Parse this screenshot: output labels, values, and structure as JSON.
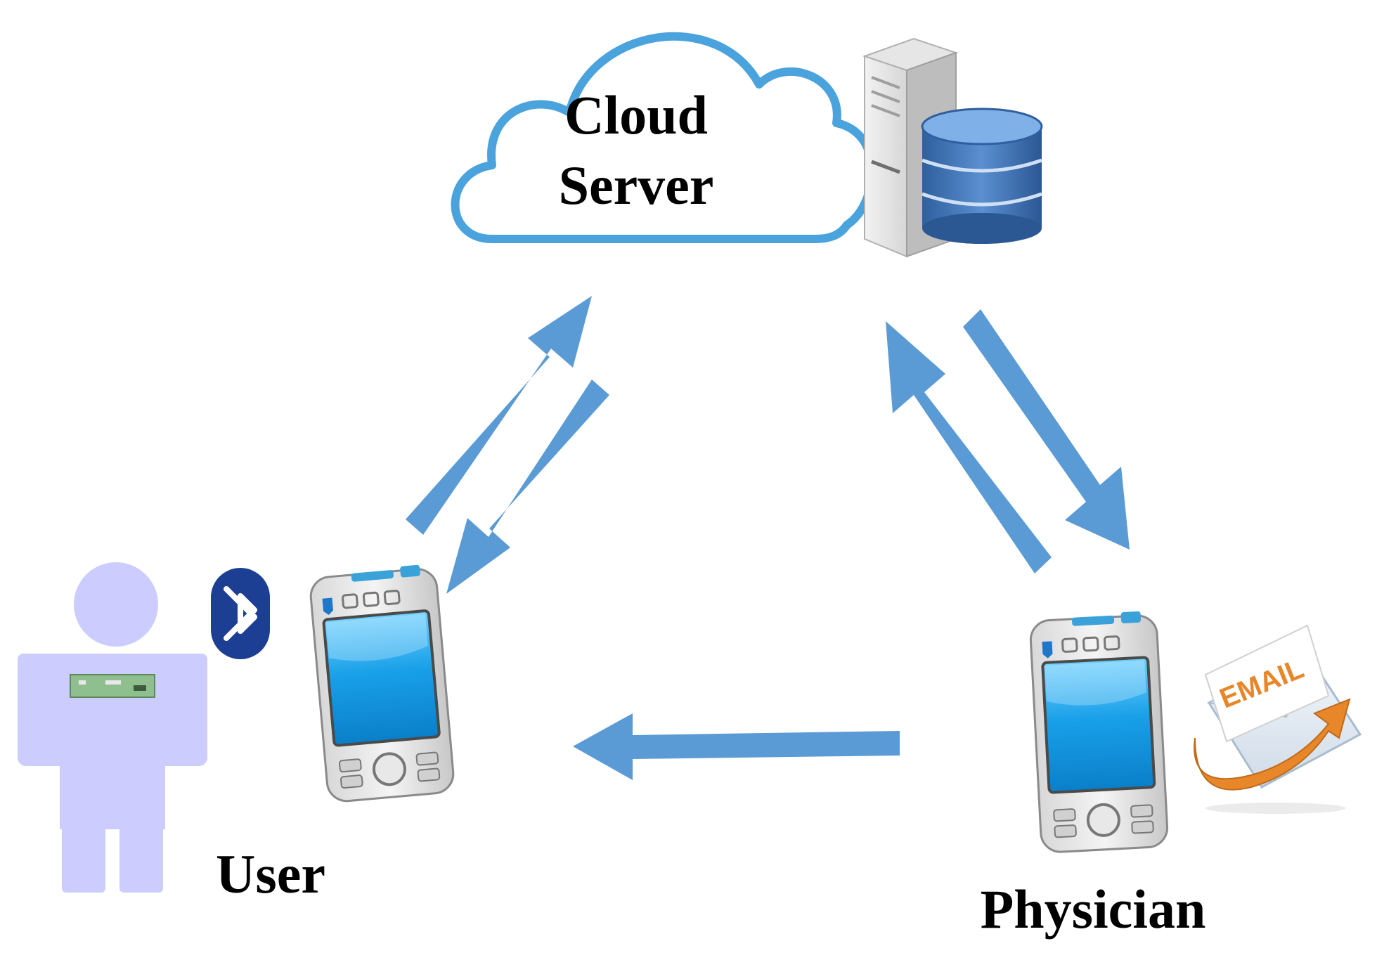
{
  "nodes": {
    "cloud": {
      "line1": "Cloud",
      "line2": "Server",
      "icon": "cloud-icon"
    },
    "database": {
      "icon": "database-server-icon"
    },
    "user": {
      "label": "User",
      "icon": "person-icon"
    },
    "physician": {
      "label": "Physician",
      "icon": "pda-icon"
    },
    "email": {
      "text": "EMAIL",
      "icon": "email-icon"
    },
    "bluetooth": {
      "icon": "bluetooth-icon"
    }
  },
  "colors": {
    "arrow": "#5b9bd5",
    "cloud_stroke": "#4aa3dc",
    "person": "#ccccff",
    "screen": "#1aa0e8",
    "db": "#3a6fb0",
    "bluetooth": "#1c3f94",
    "email_orange": "#e8872a"
  }
}
